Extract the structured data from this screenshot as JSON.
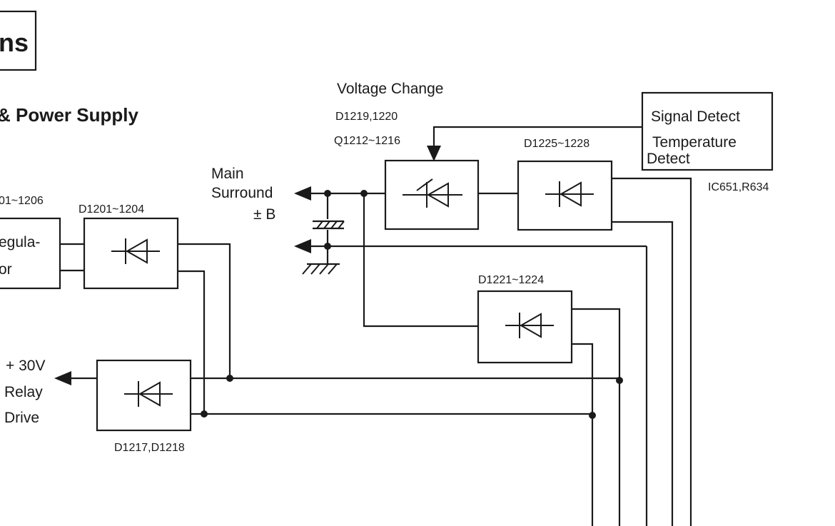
{
  "header": {
    "title_fragment": "ns",
    "subtitle_fragment": "& Power Supply"
  },
  "labels": {
    "voltage_change": "Voltage Change",
    "d1219_1220": "D1219,1220",
    "q1212_1216": "Q1212~1216",
    "d1225_1228": "D1225~1228",
    "signal_detect": "Signal Detect",
    "temperature": "Temperature",
    "detect": "Detect",
    "ic651_r634": "IC651,R634",
    "main": "Main",
    "surround": "Surround",
    "pm_b": "± B",
    "regulator_top": "egula-",
    "regulator_bottom": "or",
    "d1201_1206_fragment": "01~1206",
    "d1201_1204": "D1201~1204",
    "d1221_1224": "D1221~1224",
    "plus_30v": "+ 30V",
    "relay": "Relay",
    "drive": "Drive",
    "d1217_d1218": "D1217,D1218"
  },
  "colors": {
    "ink": "#1a1a1a",
    "background": "#ffffff"
  }
}
